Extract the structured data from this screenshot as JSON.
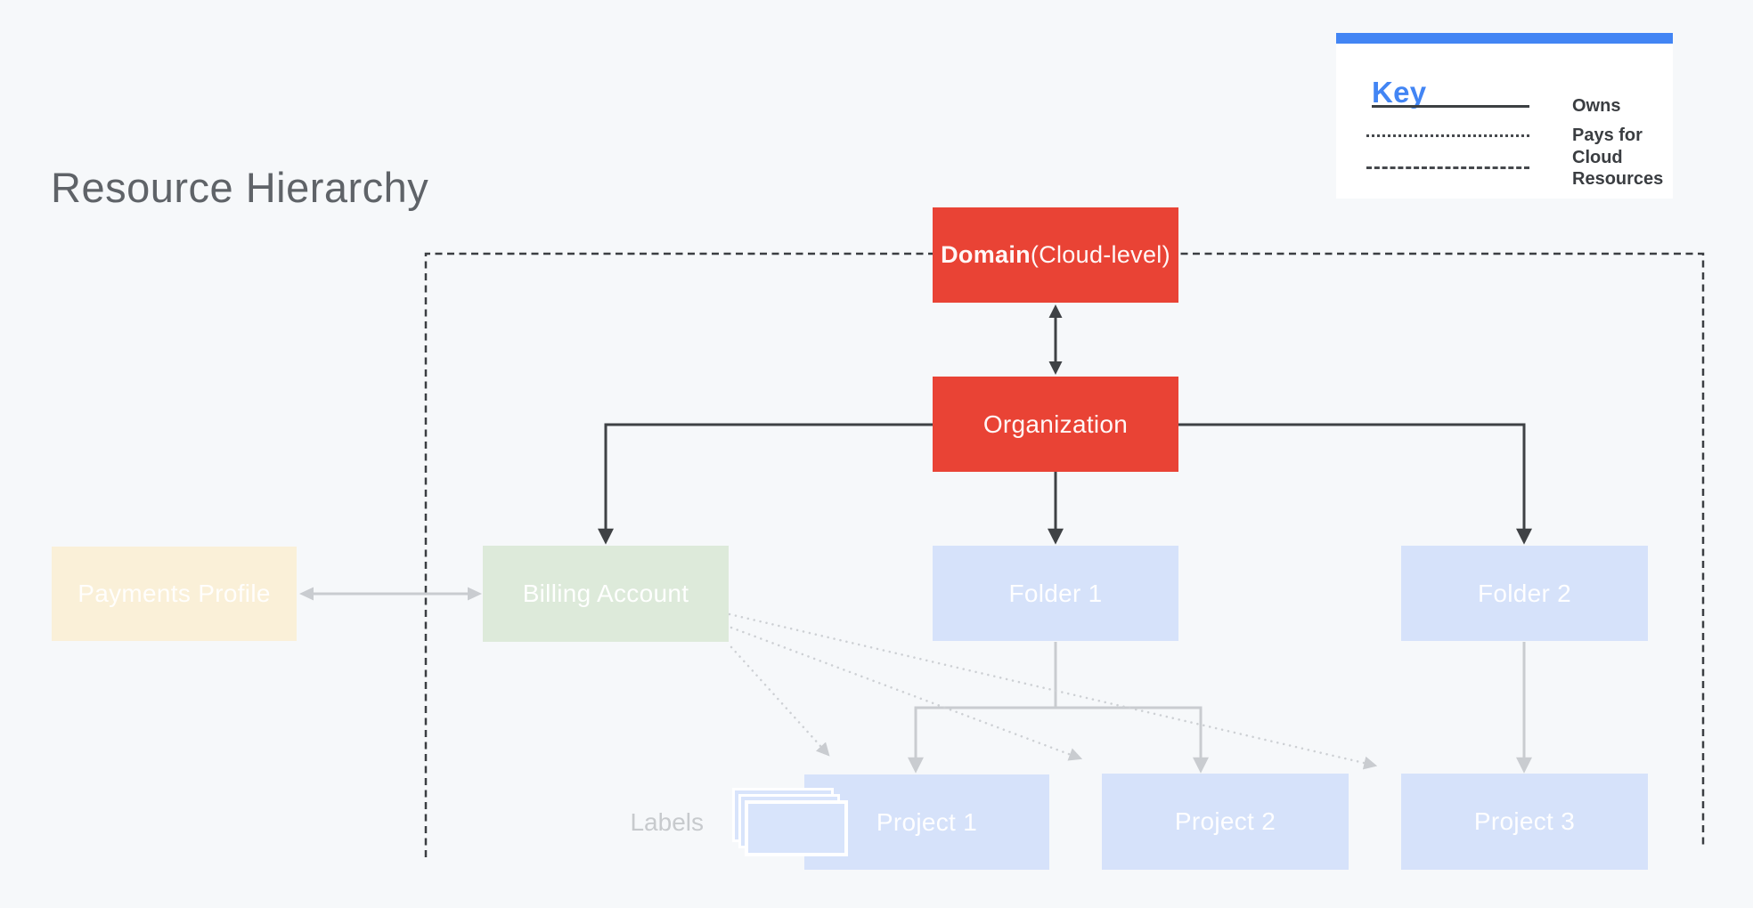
{
  "title": "Resource Hierarchy",
  "key": {
    "title": "Key",
    "items": [
      {
        "line_style": "solid",
        "label": "Owns"
      },
      {
        "line_style": "dotted",
        "label": "Pays for"
      },
      {
        "line_style": "dashed",
        "label": "Cloud Resources"
      }
    ]
  },
  "nodes": {
    "domain": {
      "label_bold": "Domain",
      "label_suffix": " (Cloud-level)",
      "fill": "#E94335"
    },
    "organization": {
      "label": "Organization",
      "fill": "#E94335"
    },
    "payments_profile": {
      "label": "Payments Profile",
      "fill": "#FAF0D8"
    },
    "billing_account": {
      "label": "Billing Account",
      "fill": "#DDEADA"
    },
    "folder_1": {
      "label": "Folder 1",
      "fill": "#D6E2FA"
    },
    "folder_2": {
      "label": "Folder 2",
      "fill": "#D6E2FA"
    },
    "project_1": {
      "label": "Project 1",
      "fill": "#D6E2FA"
    },
    "project_2": {
      "label": "Project 2",
      "fill": "#D6E2FA"
    },
    "project_3": {
      "label": "Project 3",
      "fill": "#D6E2FA"
    }
  },
  "annotations": {
    "labels_caption": "Labels"
  },
  "colors": {
    "background": "#F6F8FA",
    "accent_blue": "#4285F4",
    "node_red": "#E94335",
    "node_blue": "#D6E2FA",
    "node_green": "#DDEADA",
    "node_cream": "#FAF0D8",
    "connector_dark": "#3F4245",
    "connector_gray": "#C9CCD0",
    "boundary_dark": "#3B3E42",
    "title_gray": "#5F6368"
  }
}
